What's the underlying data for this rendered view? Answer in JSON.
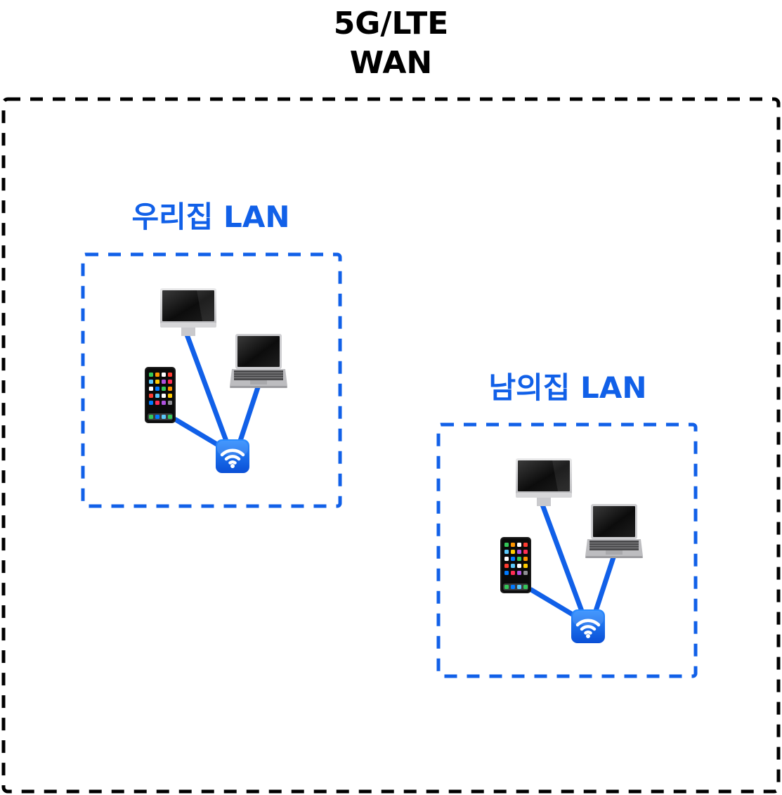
{
  "wan": {
    "title_line1": "5G/LTE",
    "title_line2": "WAN",
    "border_color": "#000000"
  },
  "lans": [
    {
      "title": "우리집 LAN",
      "color": "#1160E8",
      "devices": [
        "desktop-monitor-icon",
        "laptop-icon",
        "smartphone-icon",
        "wifi-router-icon"
      ]
    },
    {
      "title": "남의집 LAN",
      "color": "#1160E8",
      "devices": [
        "desktop-monitor-icon",
        "laptop-icon",
        "smartphone-icon",
        "wifi-router-icon"
      ]
    }
  ]
}
